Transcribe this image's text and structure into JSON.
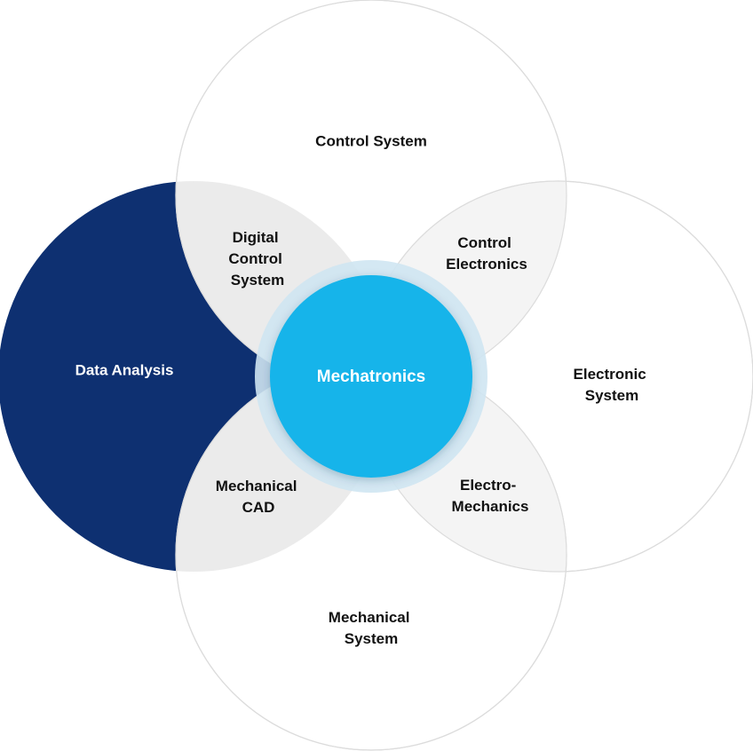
{
  "diagram": {
    "center": "Mechatronics",
    "circles": {
      "control_system": "Control System",
      "data_analysis": "Data Analysis",
      "electronic_system": [
        "Electronic",
        "System"
      ],
      "mechanical_system": [
        "Mechanical",
        "System"
      ]
    },
    "overlaps": {
      "digital_control_system": [
        "Digital",
        "Control",
        "System"
      ],
      "control_electronics": [
        "Control",
        "Electronics"
      ],
      "mechanical_cad": [
        "Mechanical",
        "CAD"
      ],
      "electro_mechanics": [
        "Electro-",
        "Mechanics"
      ]
    }
  },
  "colors": {
    "navy": "#0e3071",
    "center_blue": "#17b4ea",
    "halo": "#d2e8f3",
    "overlap_gray": "#ebebeb",
    "overlap_light": "#f4f4f4",
    "circle_stroke": "#dcdcdc",
    "text_dark": "#111111",
    "text_light": "#ffffff"
  }
}
